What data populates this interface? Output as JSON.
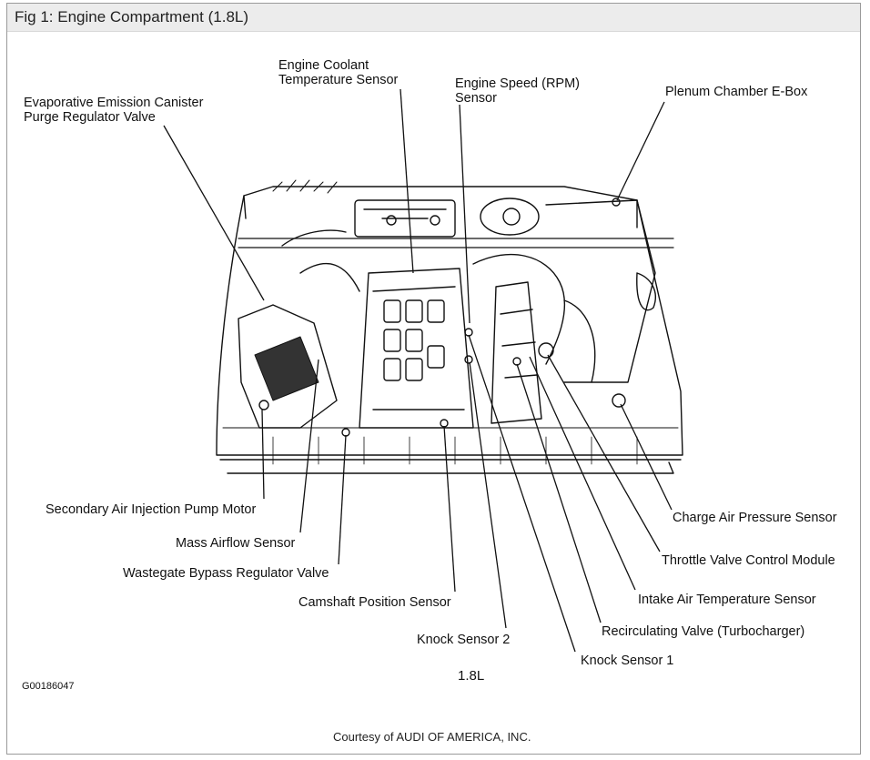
{
  "figure": {
    "title": "Fig 1: Engine Compartment (1.8L)",
    "ref_code": "G00186047",
    "caption": "1.8L",
    "credit": "Courtesy of AUDI OF AMERICA, INC."
  },
  "labels": {
    "coolant_temp_1": "Engine Coolant",
    "coolant_temp_2": "Temperature Sensor",
    "evap_1": "Evaporative Emission Canister",
    "evap_2": "Purge Regulator Valve",
    "rpm_1": "Engine Speed (RPM)",
    "rpm_2": "Sensor",
    "plenum": "Plenum Chamber E-Box",
    "secondary_air": "Secondary Air Injection Pump Motor",
    "maf": "Mass Airflow Sensor",
    "wastegate": "Wastegate Bypass Regulator Valve",
    "camshaft": "Camshaft Position Sensor",
    "knock2": "Knock Sensor 2",
    "knock1": "Knock Sensor 1",
    "recirc": "Recirculating Valve (Turbocharger)",
    "iat": "Intake Air Temperature Sensor",
    "throttle": "Throttle Valve Control Module",
    "charge_air": "Charge Air Pressure Sensor"
  }
}
